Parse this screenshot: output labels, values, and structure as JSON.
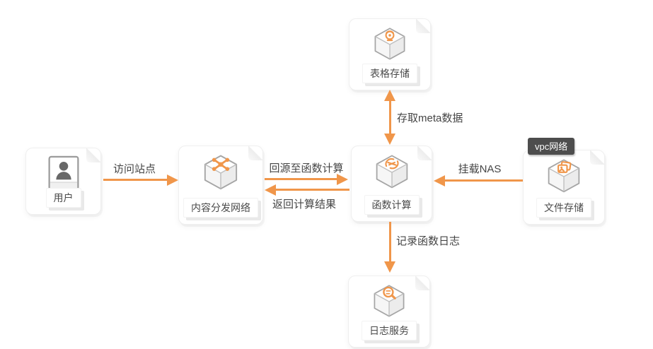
{
  "colors": {
    "arrow": "#F0964A",
    "accent": "#F0964A",
    "card_border": "#EFEFEF",
    "cube_stroke": "#A5A5A5",
    "text": "#4A4A4A",
    "tag_bg": "#4D4D4D",
    "tag_text": "#FFFFFF"
  },
  "nodes": {
    "user": {
      "label": "用户",
      "icon": "user-icon"
    },
    "cdn": {
      "label": "内容分发网络",
      "icon": "cdn-cube-icon"
    },
    "fc": {
      "label": "函数计算",
      "icon": "function-compute-cube-icon"
    },
    "ots": {
      "label": "表格存储",
      "icon": "table-store-cube-icon"
    },
    "nas": {
      "label": "文件存储",
      "icon": "file-storage-cube-icon",
      "tag": "vpc网络"
    },
    "sls": {
      "label": "日志服务",
      "icon": "log-service-cube-icon"
    }
  },
  "edges": {
    "visit": {
      "label": "访问站点",
      "from": "user",
      "to": "cdn",
      "direction": "right"
    },
    "back_to_source": {
      "label": "回源至函数计算",
      "from": "cdn",
      "to": "fc",
      "direction": "right"
    },
    "return_result": {
      "label": "返回计算结果",
      "from": "fc",
      "to": "cdn",
      "direction": "left"
    },
    "meta": {
      "label": "存取meta数据",
      "from": "fc",
      "to": "ots",
      "direction": "both"
    },
    "mount_nas": {
      "label": "挂载NAS",
      "from": "nas",
      "to": "fc",
      "direction": "left"
    },
    "write_logs": {
      "label": "记录函数日志",
      "from": "fc",
      "to": "sls",
      "direction": "down"
    }
  }
}
